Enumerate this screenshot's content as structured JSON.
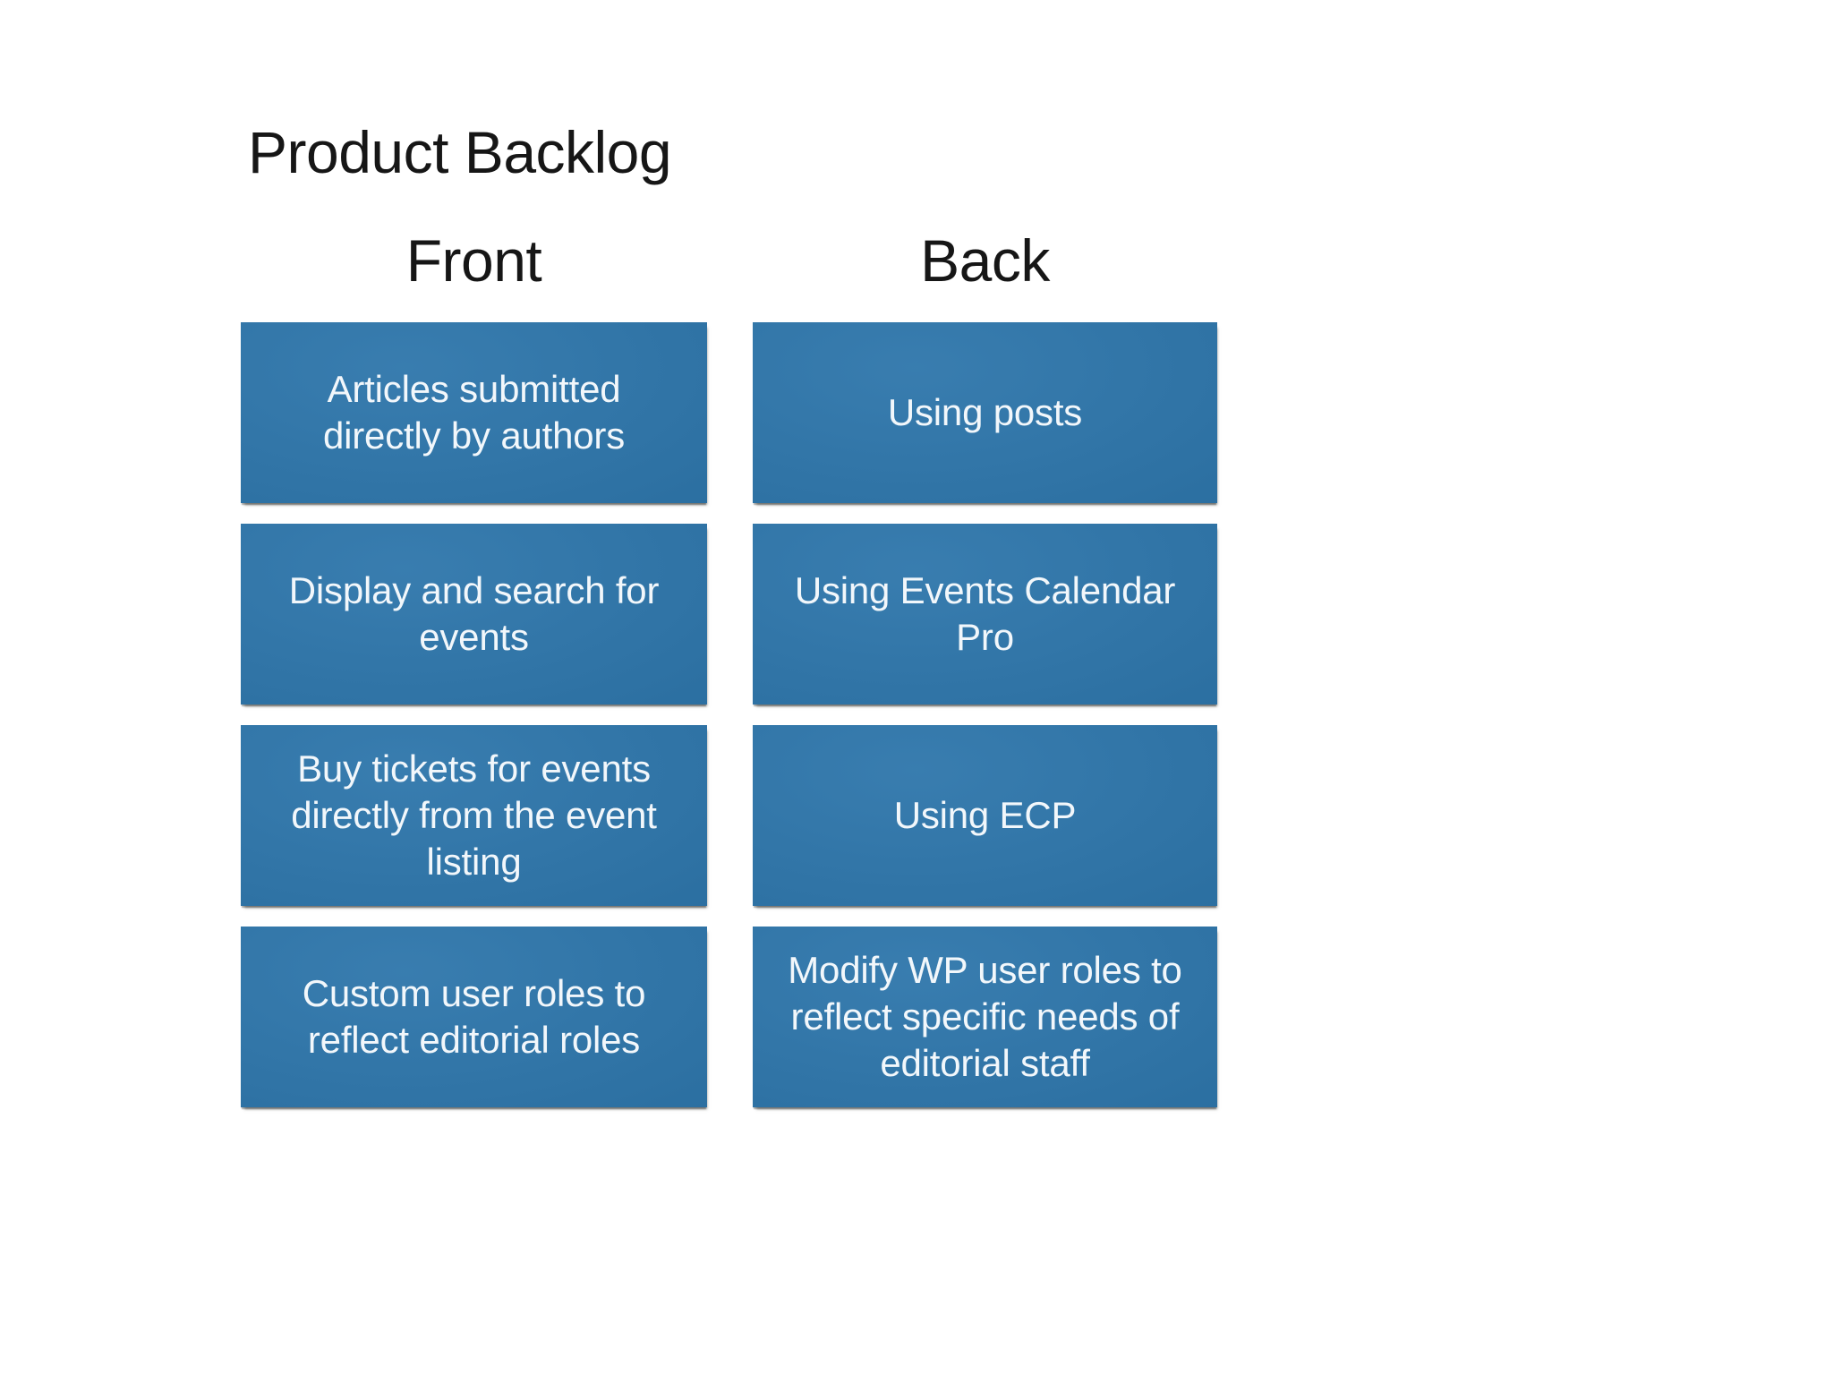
{
  "slide": {
    "title": "Product Backlog"
  },
  "columns": [
    {
      "header": "Front",
      "cards": [
        {
          "text": "Articles submitted\ndirectly by authors"
        },
        {
          "text": "Display and search for\nevents"
        },
        {
          "text": "Buy tickets for events\ndirectly from the event\nlisting"
        },
        {
          "text": "Custom user roles to\nreflect editorial roles"
        }
      ]
    },
    {
      "header": "Back",
      "cards": [
        {
          "text": "Using posts"
        },
        {
          "text": "Using Events Calendar\nPro"
        },
        {
          "text": "Using ECP"
        },
        {
          "text": "Modify WP user roles to\nreflect specific needs of\neditorial staff"
        }
      ]
    }
  ],
  "colors": {
    "page_background": "#ffffff",
    "card_background": "#2e76ab",
    "card_text": "#f2f7fb",
    "heading_text": "#161616"
  }
}
